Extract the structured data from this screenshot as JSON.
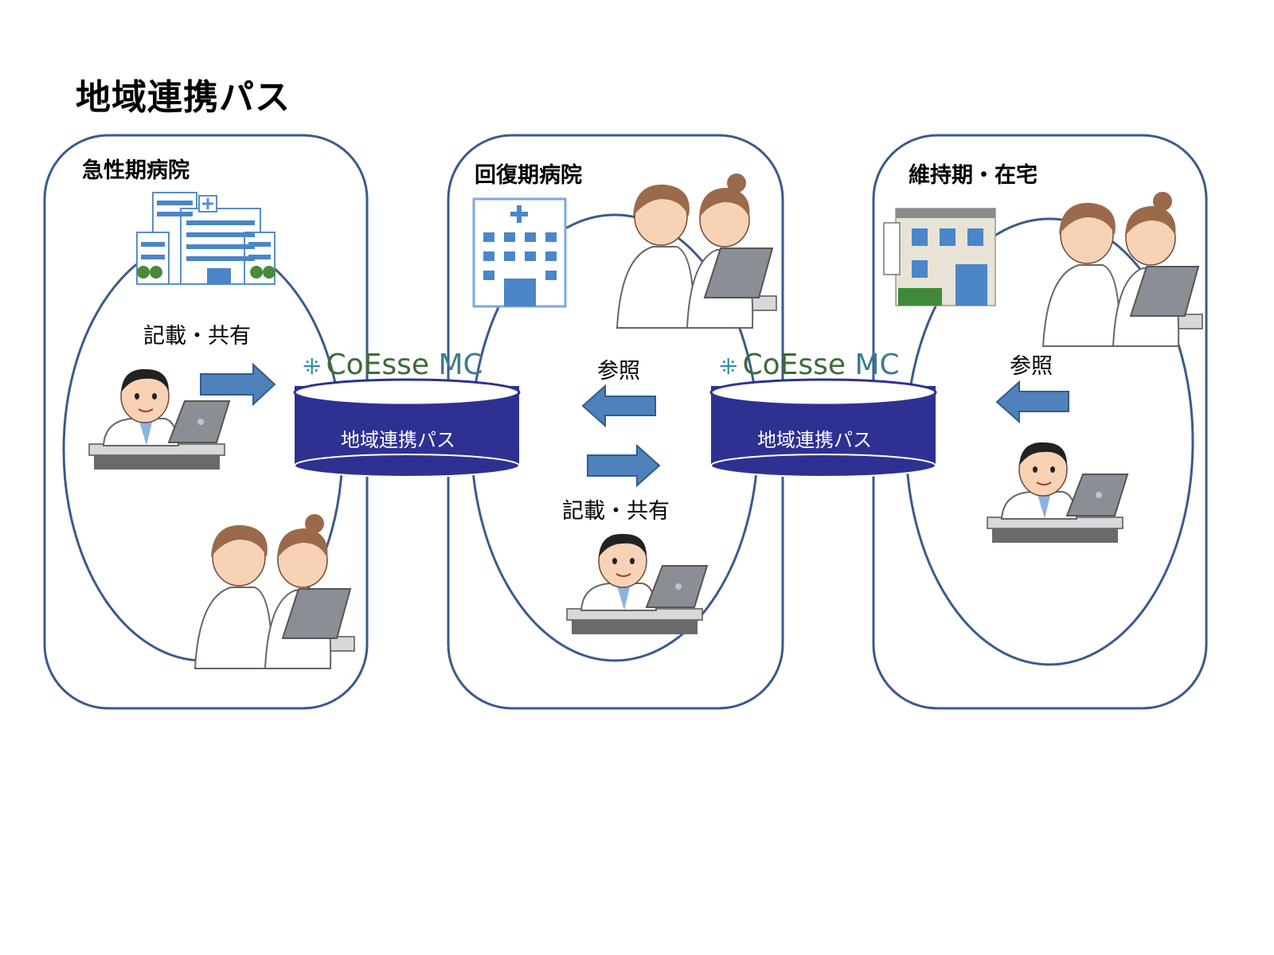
{
  "title": "地域連携パス",
  "panels": {
    "acute": {
      "label": "急性期病院",
      "action_label": "記載・共有"
    },
    "recovery": {
      "label": "回復期病院",
      "refer_label": "参照",
      "action_label": "記載・共有"
    },
    "maintenance": {
      "label": "維持期・在宅",
      "refer_label": "参照"
    }
  },
  "databases": [
    {
      "logo_mark": "⁜",
      "logo_text": "CoEsse",
      "logo_suffix": "MC",
      "label": "地域連携パス"
    },
    {
      "logo_mark": "⁜",
      "logo_text": "CoEsse",
      "logo_suffix": "MC",
      "label": "地域連携パス"
    }
  ],
  "colors": {
    "panel_border": "#3b5a8c",
    "db_fill": "#2e3192",
    "arrow_fill": "#4f81bd",
    "arrow_stroke": "#2f5d8a"
  }
}
